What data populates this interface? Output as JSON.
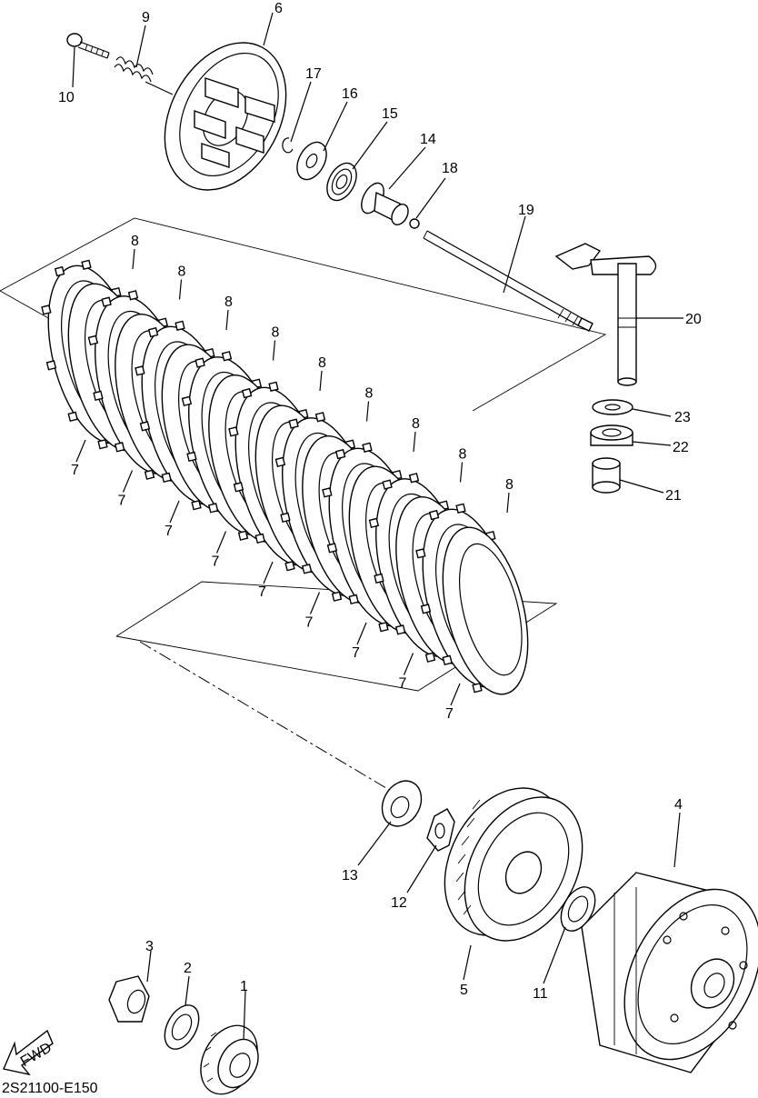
{
  "diagram_code": "2S21100-E150",
  "direction_label": "FWD",
  "callouts": {
    "c1": "1",
    "c2": "2",
    "c3": "3",
    "c4": "4",
    "c5": "5",
    "c6": "6",
    "c9": "9",
    "c10": "10",
    "c11": "11",
    "c12": "12",
    "c13": "13",
    "c14": "14",
    "c15": "15",
    "c16": "16",
    "c17": "17",
    "c18": "18",
    "c19": "19",
    "c20": "20",
    "c21": "21",
    "c22": "22",
    "c23": "23"
  },
  "plate_label_friction": "8",
  "plate_label_steel": "7"
}
